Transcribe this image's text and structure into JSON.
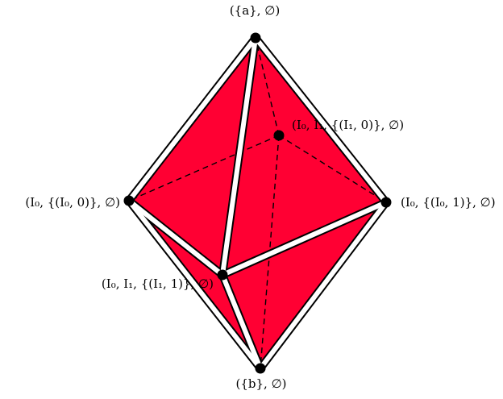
{
  "colors": {
    "face": "#ff0033",
    "edge": "#000000",
    "gap": "#ffffff",
    "background": "#ffffff"
  },
  "vertices": {
    "top": {
      "label": "({a}, ∅)"
    },
    "back": {
      "label": "(I₀, I₁, {(I₁, 0)}, ∅)"
    },
    "left": {
      "label": "(I₀, {(I₀, 0)}, ∅)"
    },
    "right": {
      "label": "(I₀, {(I₀, 1)}, ∅)"
    },
    "front": {
      "label": "(I₀, I₁, {(I₁, 1)}, ∅)"
    },
    "bottom": {
      "label": "({b}, ∅)"
    }
  },
  "visible_edges": [
    [
      "top",
      "left"
    ],
    [
      "top",
      "right"
    ],
    [
      "top",
      "front"
    ],
    [
      "bottom",
      "left"
    ],
    [
      "bottom",
      "right"
    ],
    [
      "bottom",
      "front"
    ],
    [
      "left",
      "front"
    ],
    [
      "front",
      "right"
    ]
  ],
  "hidden_edges": [
    [
      "back",
      "left"
    ],
    [
      "back",
      "right"
    ],
    [
      "back",
      "top"
    ],
    [
      "back",
      "bottom"
    ]
  ]
}
